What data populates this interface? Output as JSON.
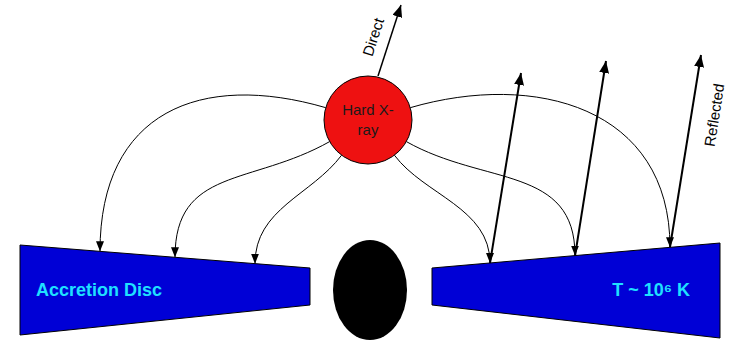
{
  "diagram": {
    "nodes": [
      {
        "text": [
          "Hard X-ray"
        ]
      },
      {
        "text": [
          "Accretion Disc"
        ]
      },
      {
        "text": [
          "T ~ 10⁶ K"
        ]
      }
    ],
    "edges": [
      {
        "from": 0,
        "to": 1,
        "arrow": "to"
      },
      {
        "from": 0,
        "to": 1,
        "arrow": "to"
      },
      {
        "from": 0,
        "to": 1,
        "arrow": "to"
      },
      {
        "from": 0,
        "to": 2,
        "arrow": "to"
      },
      {
        "from": 0,
        "to": 2,
        "arrow": "to"
      },
      {
        "from": 0,
        "to": 2,
        "arrow": "to"
      }
    ],
    "labels": [
      "Direct",
      "Reflected"
    ]
  }
}
